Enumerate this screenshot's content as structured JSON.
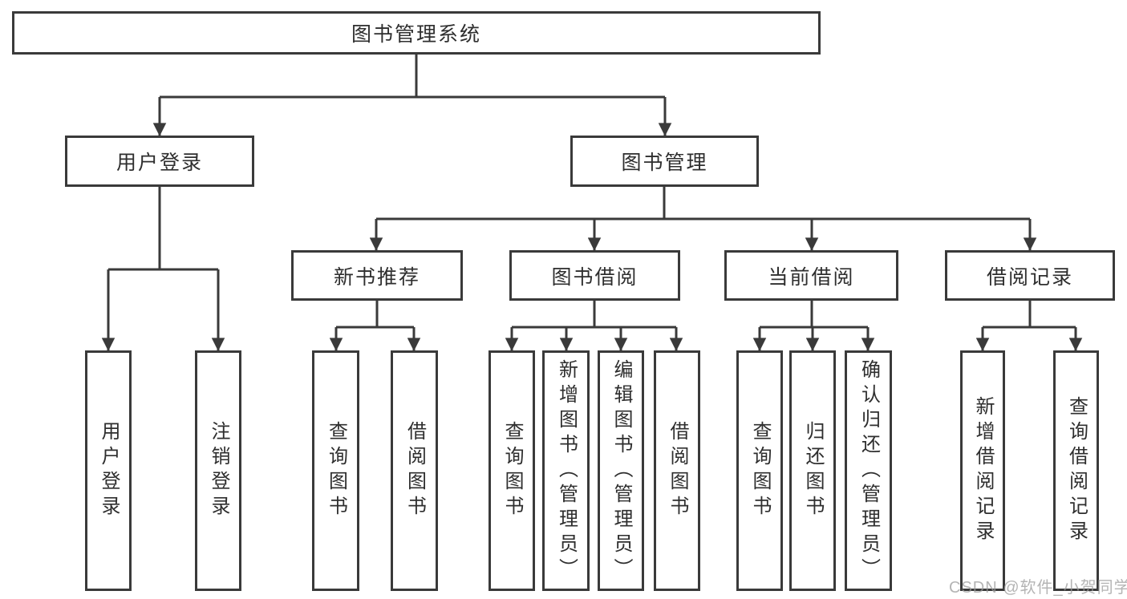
{
  "diagram": {
    "root": {
      "label": "图书管理系统"
    },
    "level2": [
      {
        "label": "用户登录"
      },
      {
        "label": "图书管理"
      }
    ],
    "level3": [
      {
        "label": "新书推荐",
        "parent": "图书管理"
      },
      {
        "label": "图书借阅",
        "parent": "图书管理"
      },
      {
        "label": "当前借阅",
        "parent": "图书管理"
      },
      {
        "label": "借阅记录",
        "parent": "图书管理"
      }
    ],
    "leaves": [
      {
        "label": "用户登录",
        "parent": "用户登录"
      },
      {
        "label": "注销登录",
        "parent": "用户登录"
      },
      {
        "label": "查询图书",
        "parent": "新书推荐"
      },
      {
        "label": "借阅图书",
        "parent": "新书推荐"
      },
      {
        "label": "查询图书",
        "parent": "图书借阅"
      },
      {
        "label": "新增图书（管理员）",
        "parent": "图书借阅"
      },
      {
        "label": "编辑图书（管理员）",
        "parent": "图书借阅"
      },
      {
        "label": "借阅图书",
        "parent": "图书借阅"
      },
      {
        "label": "查询图书",
        "parent": "当前借阅"
      },
      {
        "label": "归还图书",
        "parent": "当前借阅"
      },
      {
        "label": "确认归还（管理员）",
        "parent": "当前借阅"
      },
      {
        "label": "新增借阅记录",
        "parent": "借阅记录"
      },
      {
        "label": "查询借阅记录",
        "parent": "借阅记录"
      }
    ]
  },
  "watermark": {
    "text": "CSDN @软件_小贺同学"
  },
  "colors": {
    "line": "#3a3a3a",
    "text": "#2e2e2e",
    "background": "#ffffff",
    "watermark": "#9b9b9b"
  }
}
